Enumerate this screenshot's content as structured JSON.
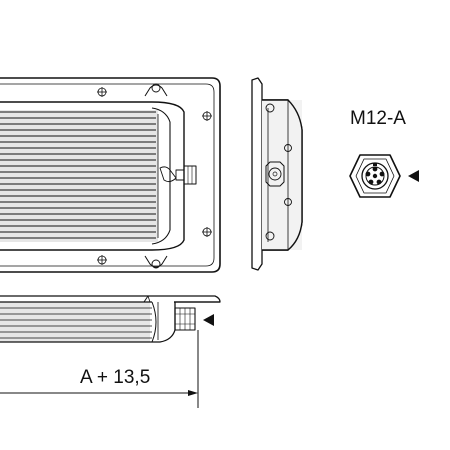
{
  "labels": {
    "connector": "M12-A",
    "dimension": "A + 13,5"
  },
  "colors": {
    "ink": "#111111",
    "fin_shade": "#c8c8c8",
    "body_shade": "#dcdcdc",
    "paper": "#ffffff"
  },
  "icons": {
    "arrow": "right-pointing-triangle",
    "connector_face": "five-pin-circle"
  }
}
